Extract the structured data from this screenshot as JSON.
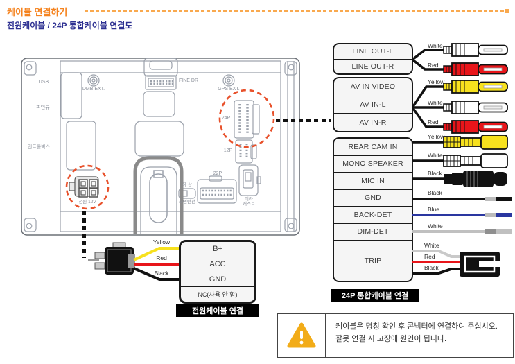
{
  "header": {
    "title": "케이블 연결하기"
  },
  "subtitle": "전원케이블 / 24P 통합케이블 연결도",
  "device": {
    "labels": {
      "usb": "USB",
      "fineview": "파인뷰",
      "control_box": "컨트롤박스",
      "dmb_ext": "DMB EXT.",
      "fine_dr": "FINE DR",
      "gps_ext": "GPS EXT.",
      "p24": "24P",
      "p12": "12P",
      "p22": "22P",
      "switch_top": "하 상",
      "switch_bottom": "화면반전",
      "miracast_line1": "미라",
      "miracast_line2": "캐스트",
      "power": "전원 12V"
    }
  },
  "cable24p": {
    "rows": [
      {
        "label": "LINE OUT-L",
        "wire": "White"
      },
      {
        "label": "LINE OUT-R",
        "wire": "Red"
      },
      {
        "label": "AV IN VIDEO",
        "wire": "Yellow"
      },
      {
        "label": "AV IN-L",
        "wire": "White"
      },
      {
        "label": "AV IN-R",
        "wire": "Red"
      },
      {
        "label": "REAR CAM IN",
        "wire": "Yellow"
      },
      {
        "label": "MONO SPEAKER",
        "wire": "White"
      },
      {
        "label": "MIC IN",
        "wire": "Black"
      },
      {
        "label": "GND",
        "wire": "Black"
      },
      {
        "label": "BACK-DET",
        "wire": "Blue"
      },
      {
        "label": "DIM-DET",
        "wire": "White"
      },
      {
        "label": "TRIP"
      }
    ],
    "trip_wires": [
      "White",
      "Red",
      "Black"
    ],
    "footer": "24P 통합케이블 연결"
  },
  "power_cable": {
    "rows": [
      {
        "label": "B+",
        "wire": "Yellow"
      },
      {
        "label": "ACC",
        "wire": "Red"
      },
      {
        "label": "GND",
        "wire": "Black"
      },
      {
        "label": "NC(사용 안 함)"
      }
    ],
    "footer": "전원케이블 연결"
  },
  "warning": {
    "line1": "케이블은 명칭 확인 후 콘넥터에 연결하여 주십시오.",
    "line2": "잘못 연결 시 고장에 원인이 됩니다."
  },
  "colors": {
    "accent_orange": "#f5831f",
    "title_navy": "#2e3192",
    "callout_dash": "#e8512b",
    "wire_white": "#ffffff",
    "wire_red": "#e8151a",
    "wire_yellow": "#f7e11e",
    "wire_black": "#1a1a1a",
    "wire_blue": "#2a36a0",
    "warning_yellow": "#f2ac18"
  }
}
